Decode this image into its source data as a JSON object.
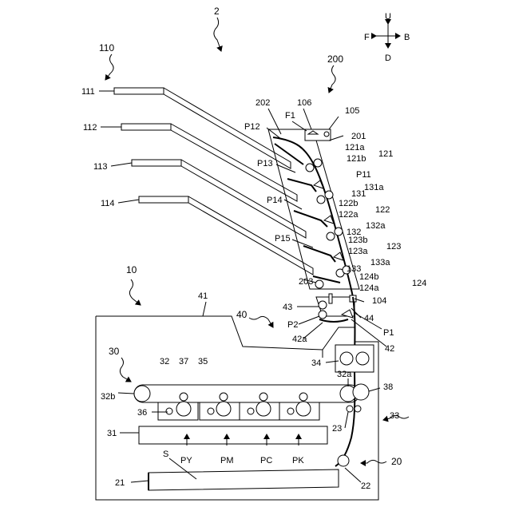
{
  "figure": {
    "numbers": {
      "n2": "2",
      "n110": "110",
      "n111": "111",
      "n112": "112",
      "n113": "113",
      "n114": "114",
      "n200": "200",
      "n202": "202",
      "n106": "106",
      "n105": "105",
      "nF1": "F1",
      "n201": "201",
      "nP12": "P12",
      "nP13": "P13",
      "nP14": "P14",
      "nP15": "P15",
      "nP11": "P11",
      "n121a": "121a",
      "n121b": "121b",
      "n121": "121",
      "n131a": "131a",
      "n131": "131",
      "n122b": "122b",
      "n122a": "122a",
      "n122": "122",
      "n132a": "132a",
      "n132": "132",
      "n123b": "123b",
      "n123a": "123a",
      "n123": "123",
      "n133a": "133a",
      "n133": "133",
      "n124b": "124b",
      "n124a": "124a",
      "n124": "124",
      "n203": "203",
      "n104": "104",
      "n10": "10",
      "n41": "41",
      "n40": "40",
      "n43": "43",
      "n44": "44",
      "nP2": "P2",
      "nP1": "P1",
      "n42a": "42a",
      "n42": "42",
      "n30": "30",
      "n32": "32",
      "n37": "37",
      "n35": "35",
      "n34": "34",
      "n32a": "32a",
      "n32b": "32b",
      "n38": "38",
      "n36": "36",
      "n33": "33",
      "n23": "23",
      "n31": "31",
      "nS": "S",
      "nPY": "PY",
      "nPM": "PM",
      "nPC": "PC",
      "nPK": "PK",
      "n20": "20",
      "n21": "21",
      "n22": "22"
    },
    "compass": {
      "up": "U",
      "down": "D",
      "front": "F",
      "back": "B"
    }
  }
}
